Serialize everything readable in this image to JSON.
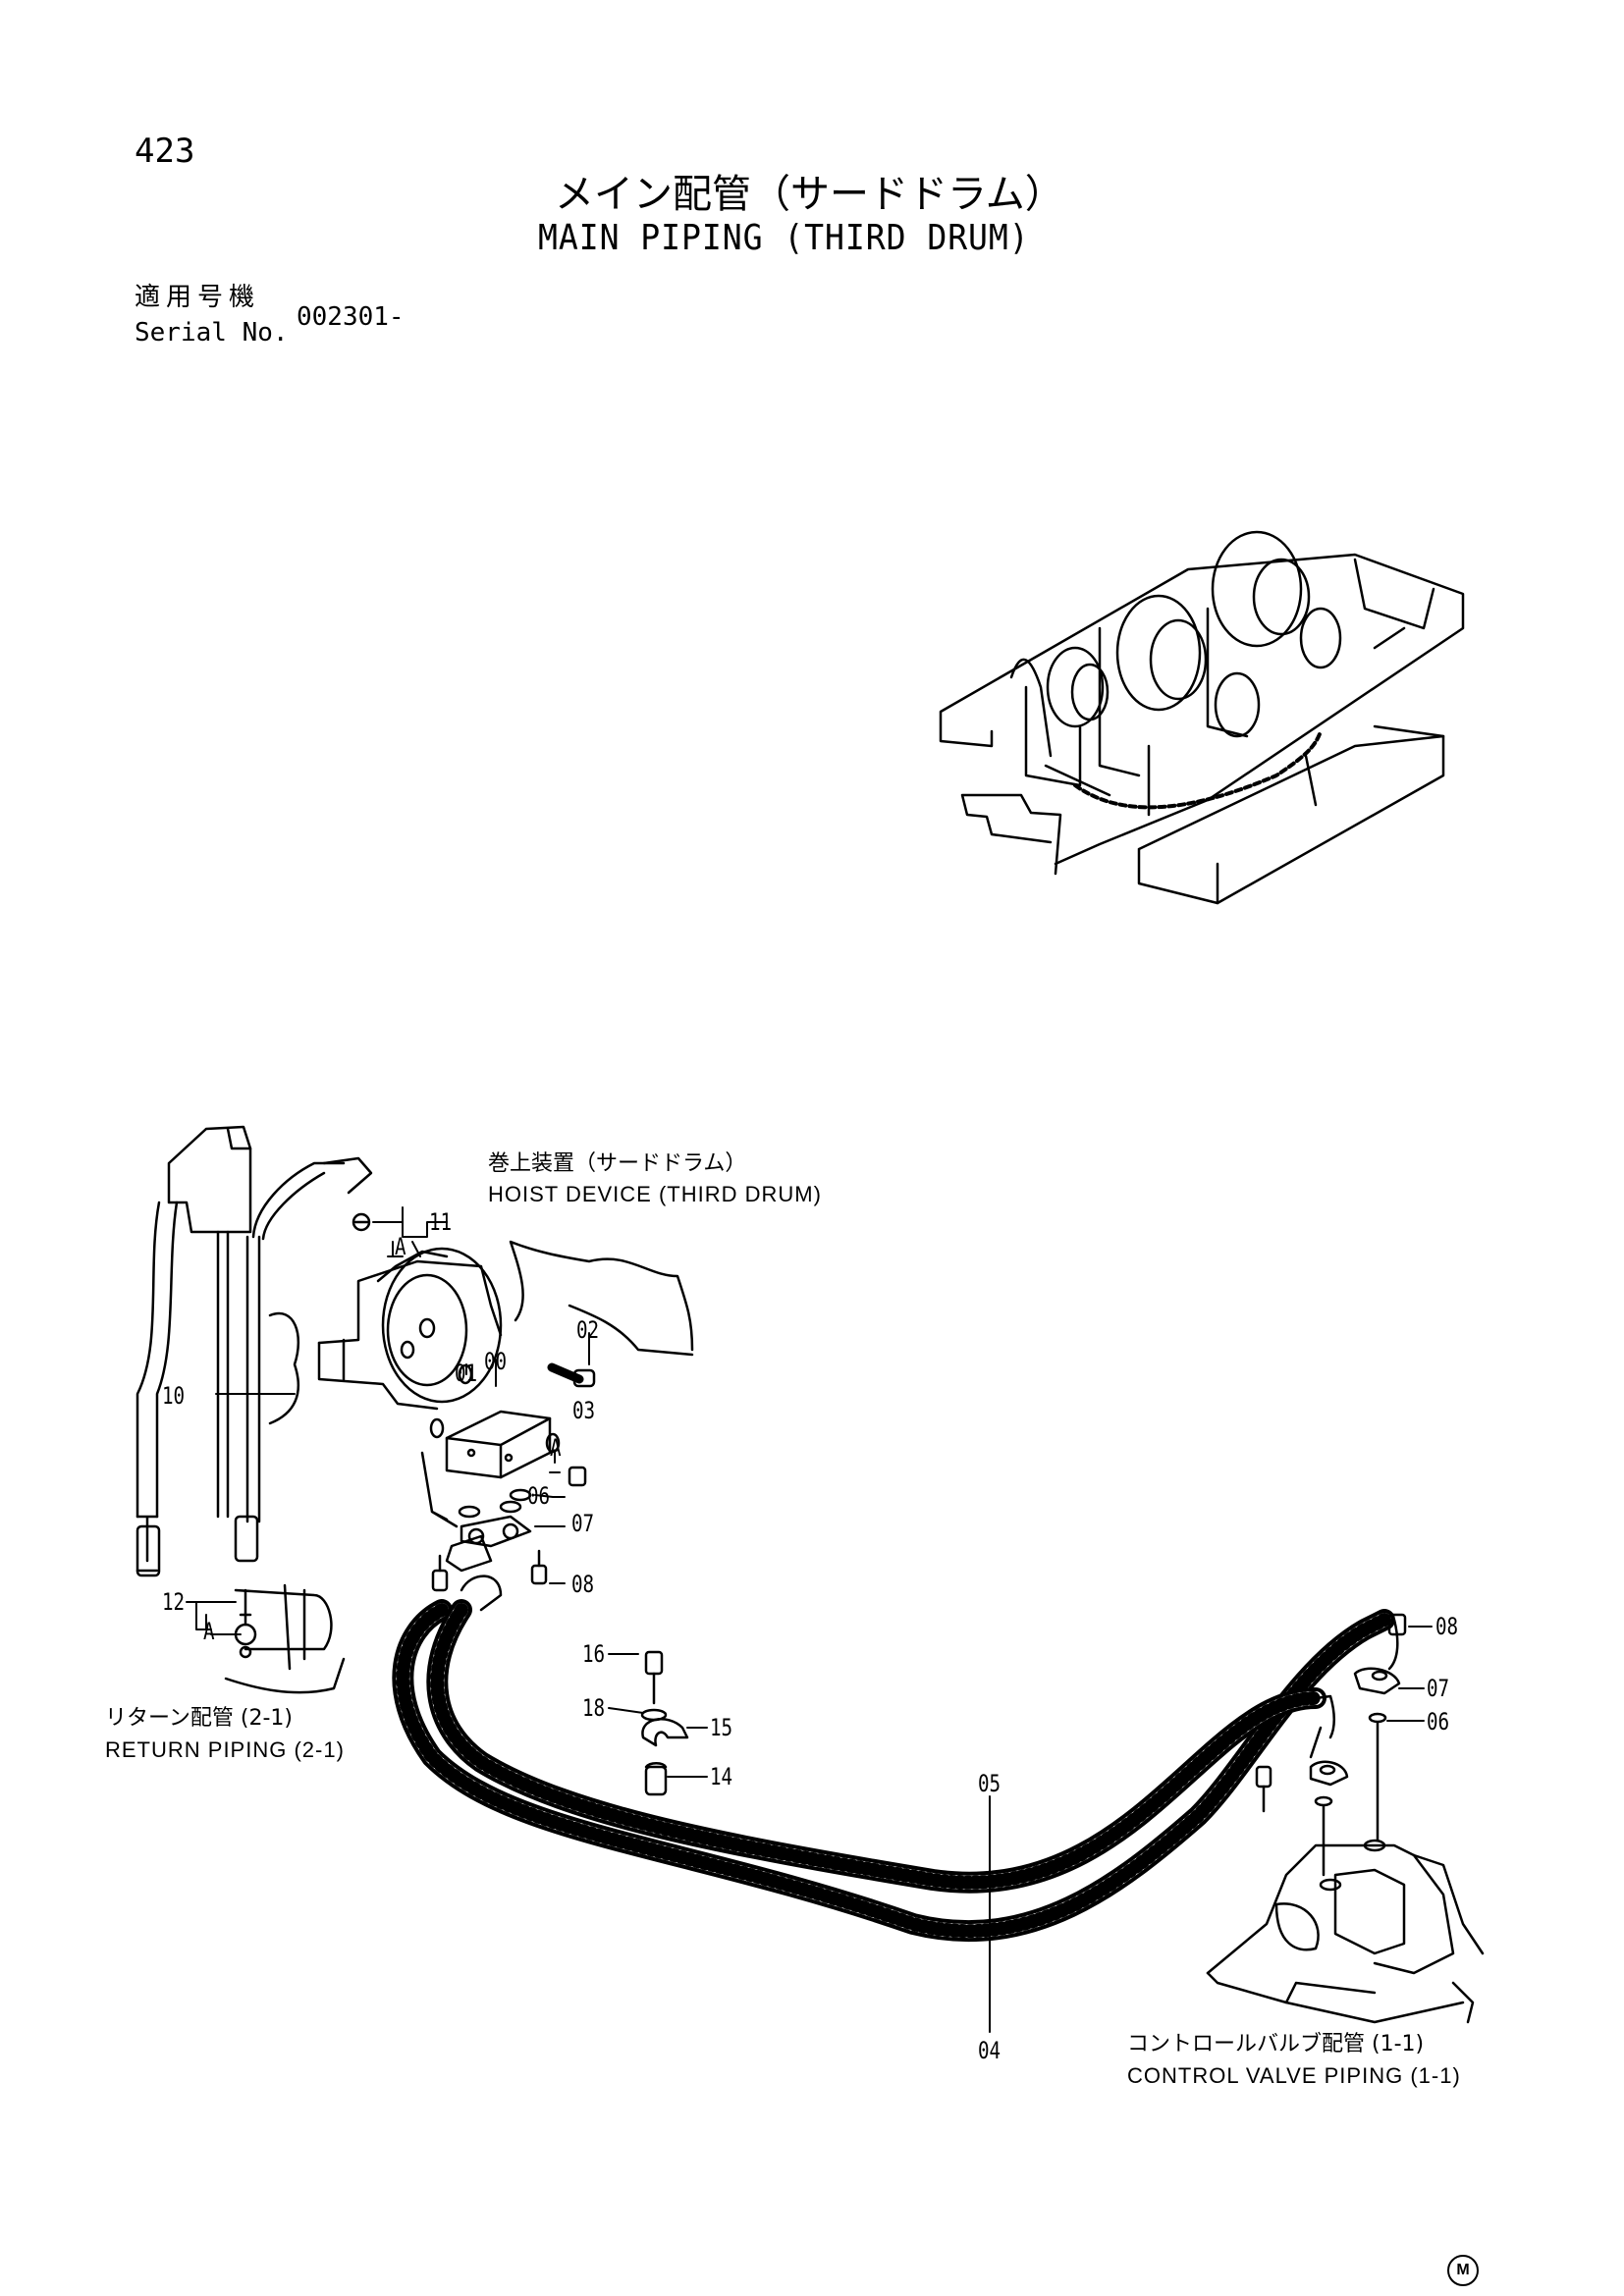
{
  "page_number": "423",
  "title": {
    "japanese": "メイン配管（サードドラム）",
    "english": "MAIN PIPING (THIRD DRUM)"
  },
  "serial": {
    "label_ja": "適用号機",
    "label_en": "Serial No.",
    "value": "002301-"
  },
  "labels": {
    "hoist_ja": "巻上装置（サードドラム）",
    "hoist_en": "HOIST DEVICE (THIRD DRUM)",
    "return_ja": "リターン配管 (2-1)",
    "return_en": "RETURN PIPING (2-1)",
    "control_ja": "コントロールバルブ配管 (1-1)",
    "control_en": "CONTROL VALVE PIPING (1-1)"
  },
  "callouts": {
    "c00": "00",
    "c01": "01",
    "c02": "02",
    "c03": "03",
    "c04": "04",
    "c05": "05",
    "c06a": "06",
    "c06b": "06",
    "c07a": "07",
    "c07b": "07",
    "c08a": "08",
    "c08b": "08",
    "c10": "10",
    "c11": "11",
    "c12": "12",
    "c14": "14",
    "c15": "15",
    "c16": "16",
    "c18": "18",
    "a1": "A",
    "a2": "A",
    "a3": "A"
  },
  "marker": "M"
}
